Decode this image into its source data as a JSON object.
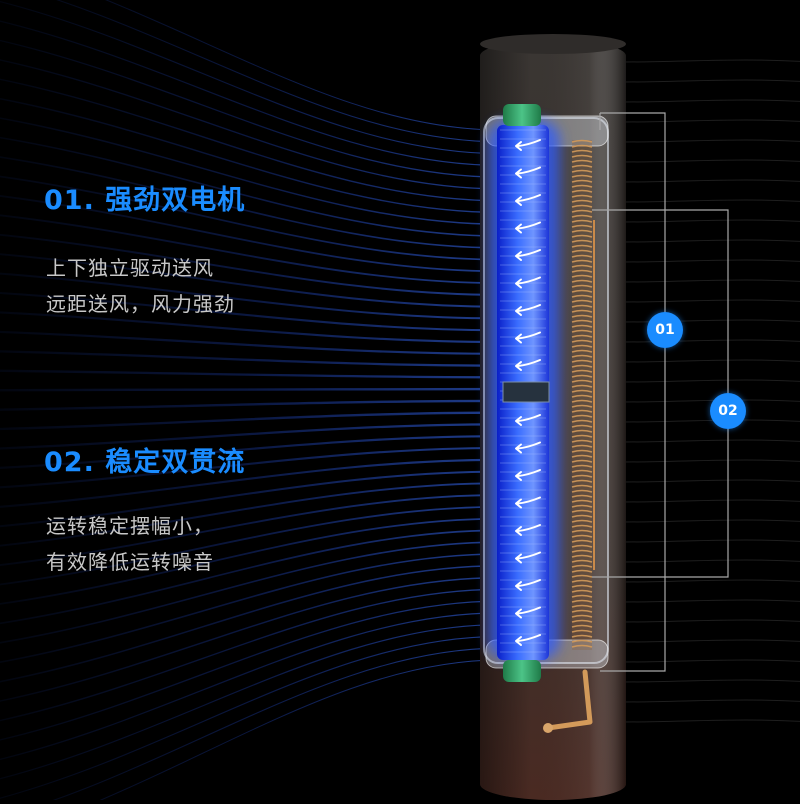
{
  "colors": {
    "accent": "#1a8cff",
    "background": "#000000",
    "text_secondary": "#c8c8c8",
    "fan_blue": "#2a5cff",
    "copper": "#c98a4a",
    "end_cap_green": "#3fae6e",
    "body_top": "#3a3633",
    "body_bottom": "#4a2a22"
  },
  "icons": [
    "airflow-arrow-icon",
    "airflow-lines"
  ],
  "features": [
    {
      "heading": "01. 强劲双电机",
      "lines": [
        "上下独立驱动送风",
        "远距送风，风力强劲"
      ]
    },
    {
      "heading": "02. 稳定双贯流",
      "lines": [
        "运转稳定摆幅小，",
        "有效降低运转噪音"
      ]
    }
  ],
  "callouts": [
    "01",
    "02"
  ]
}
